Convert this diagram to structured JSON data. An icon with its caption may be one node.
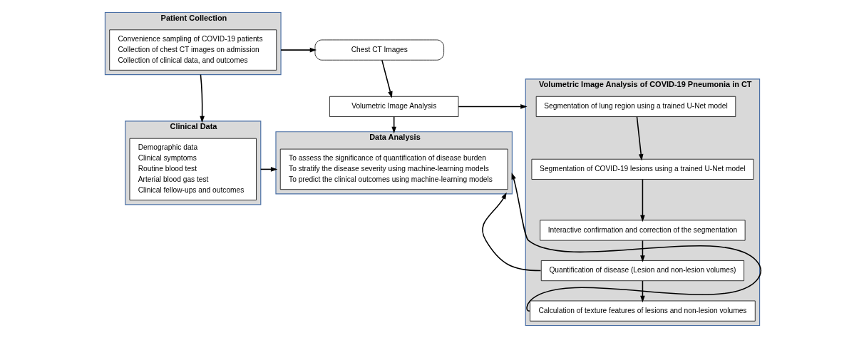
{
  "diagram": {
    "nodes": [
      {
        "text": [
          "Patient Collection"
        ]
      },
      {
        "text": [
          "Convenience sampling of COVID-19 patients",
          "Collection of chest CT images on admission",
          "Collection of clinical data, and outcomes"
        ],
        "in": 0
      },
      {
        "text": [
          "Chest CT Images"
        ]
      },
      {
        "text": [
          "Volumetric Image Analysis"
        ]
      },
      {
        "text": [
          "Clinical Data"
        ]
      },
      {
        "text": [
          "Demographic data",
          "Clinical symptoms",
          "Routine blood test",
          "Arterial blood gas test",
          "Clinical fellow-ups and outcomes"
        ],
        "in": 4
      },
      {
        "text": [
          "Data Analysis"
        ]
      },
      {
        "text": [
          "To assess the significance of quantification of disease burden",
          "To stratify the disease severity using machine-learning models",
          "To predict the clinical outcomes using machine-learning models"
        ],
        "in": 6
      },
      {
        "text": [
          "Volumetric Image Analysis of COVID-19 Pneumonia in CT"
        ]
      },
      {
        "text": [
          "Segmentation of lung region using a trained U-Net model"
        ],
        "in": 8
      },
      {
        "text": [
          "Segmentation of COVID-19 lesions using a trained U-Net model"
        ],
        "in": 8
      },
      {
        "text": [
          "Interactive confirmation and correction of the segmentation"
        ],
        "in": 8
      },
      {
        "text": [
          "Quantification of disease (Lesion and non-lesion volumes)"
        ],
        "in": 8
      },
      {
        "text": [
          "Calculation of texture features of lesions and non-lesion volumes"
        ],
        "in": 8
      }
    ],
    "edges": [
      {
        "from": 0,
        "to": 2,
        "arrow": "to"
      },
      {
        "from": 2,
        "to": 3,
        "arrow": "to"
      },
      {
        "from": 3,
        "to": 8,
        "arrow": "to"
      },
      {
        "from": 3,
        "to": 6,
        "arrow": "to"
      },
      {
        "from": 0,
        "to": 4,
        "arrow": "to"
      },
      {
        "from": 4,
        "to": 6,
        "arrow": "to"
      },
      {
        "from": 9,
        "to": 10,
        "arrow": "to"
      },
      {
        "from": 10,
        "to": 11,
        "arrow": "to"
      },
      {
        "from": 11,
        "to": 12,
        "arrow": "to"
      },
      {
        "from": 12,
        "to": 13,
        "arrow": "to"
      },
      {
        "from": 12,
        "to": 6,
        "arrow": "to"
      },
      {
        "from": 13,
        "to": 6,
        "arrow": "to"
      }
    ]
  }
}
